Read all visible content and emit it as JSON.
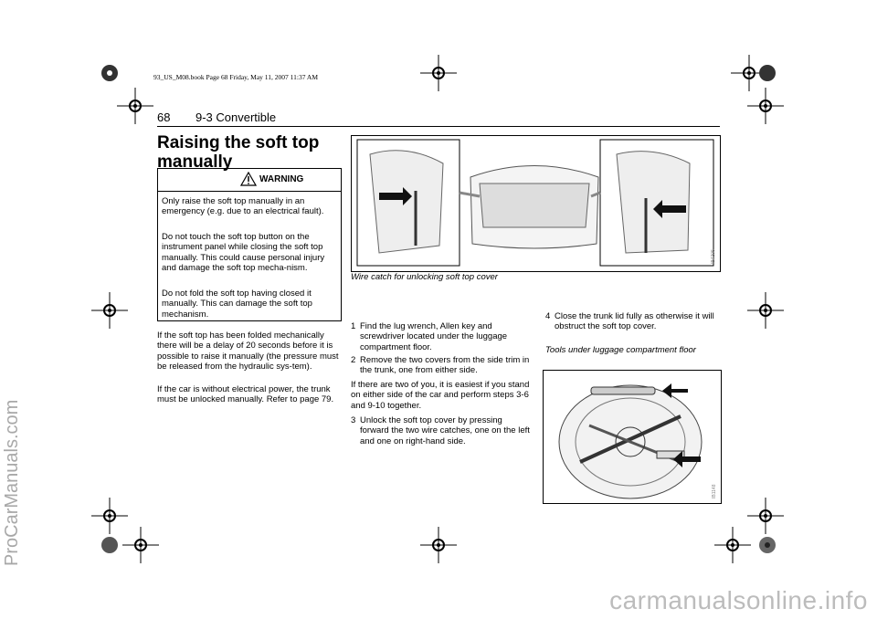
{
  "header": {
    "book_info": "93_US_M08.book  Page 68  Friday, May 11, 2007  11:37 AM",
    "page_number": "68",
    "section": "9-3 Convertible"
  },
  "title": "Raising the soft top manually",
  "warning": {
    "label": "WARNING",
    "paragraphs": [
      "Only raise the soft top manually in an emergency (e.g. due to an electrical fault).",
      "Do not touch the soft top button on the instrument panel while closing the soft top manually. This could cause personal injury and damage the soft top mecha-nism.",
      "Do not fold the soft top having closed it manually. This can damage the soft top mechanism."
    ]
  },
  "left_paragraphs": [
    "If the soft top has been folded mechanically there will be a delay of 20 seconds before it is possible to raise it manually (the pressure must be released from the hydraulic sys-tem).",
    "If the car is without electrical power, the trunk must be unlocked manually. Refer to page 79."
  ],
  "figure_top": {
    "caption": "Wire catch for unlocking soft top cover",
    "code": "IB4205"
  },
  "middle": {
    "steps_a": [
      {
        "n": "1",
        "text": "Find the lug wrench, Allen key and screwdriver located under the luggage compartment floor."
      },
      {
        "n": "2",
        "text": "Remove the two covers from the side trim in the trunk, one from either side."
      }
    ],
    "paragraph": "If there are two of you, it is easiest if you stand on either side of the car and perform steps 3-6 and 9-10 together.",
    "steps_b": [
      {
        "n": "3",
        "text": "Unlock the soft top cover by pressing forward the two wire catches, one on the left and one on right-hand side."
      }
    ]
  },
  "right": {
    "steps": [
      {
        "n": "4",
        "text": "Close the trunk lid fully as otherwise it will obstruct the soft top cover."
      }
    ],
    "caption": "Tools under luggage compartment floor",
    "figure_code": "IB1148"
  },
  "watermarks": {
    "left": "ProCarManuals.com",
    "bottom": "carmanualsonline.info"
  },
  "colors": {
    "text": "#000000",
    "watermark": "#b0b0b0"
  }
}
